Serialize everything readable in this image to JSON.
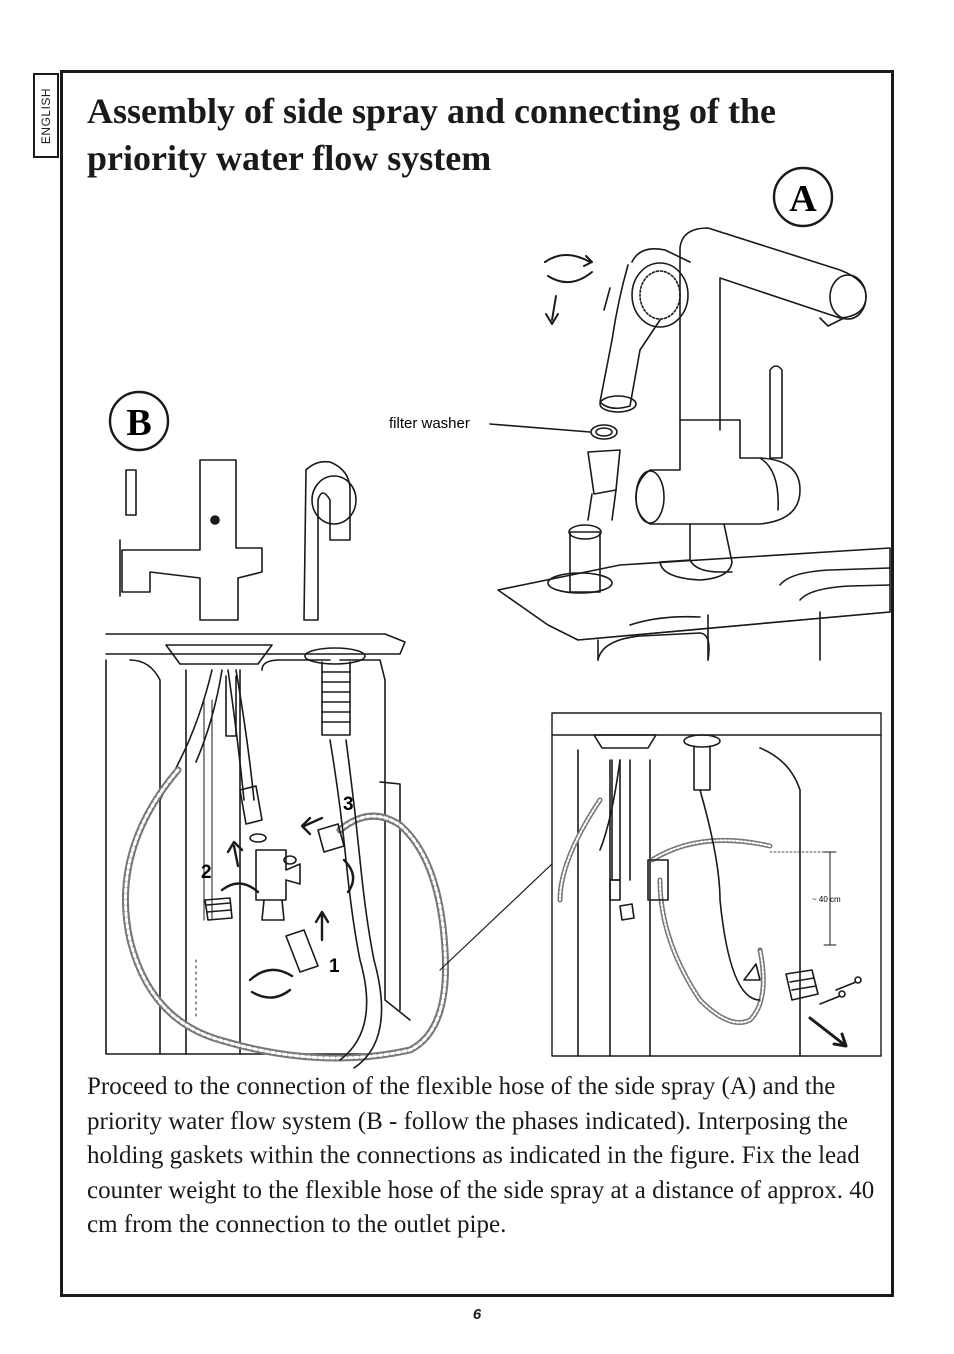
{
  "side_tab": {
    "language": "ENGLISH"
  },
  "page": {
    "title": "Assembly of side spray and connecting of the priority water flow system",
    "paragraph": "Proceed to the connection of  the flexible hose of the side spray (A) and the priority water flow system (B - follow the phases indicated). Interposing the holding gaskets within the connections as indicated in the figure. Fix the lead counter weight to the flexible hose of the side spray at a distance of approx. 40 cm from the connection to the outlet pipe.",
    "page_number": "6"
  },
  "figure": {
    "label_a": "A",
    "label_b": "B",
    "filter_washer_label": "filter washer",
    "step_1": "1",
    "step_2": "2",
    "step_3": "3",
    "distance_label": "~ 40 cm"
  }
}
